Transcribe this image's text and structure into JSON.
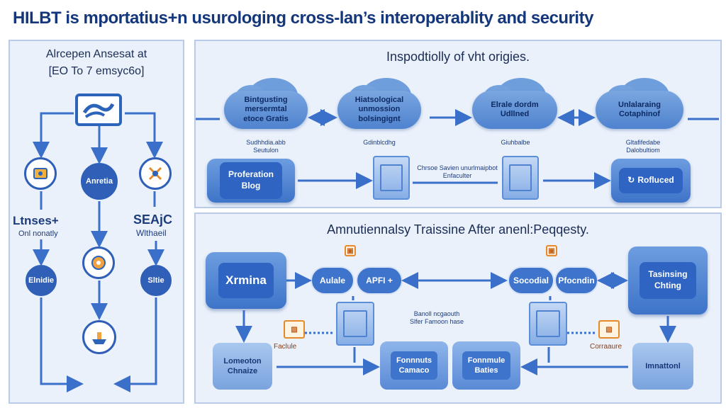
{
  "title": "HILBT is mportatius+n usurologing cross-lan’s interoperablity and security",
  "left_panel": {
    "title_line1": "Alrcepen Ansesat at",
    "title_line2": "[EO To 7 emsyc6o]",
    "center_node": "Anretia",
    "left_label_line1": "Ltnses+",
    "left_label_line2": "Onl nonatly",
    "right_label_line1": "SEAjC",
    "right_label_line2": "Wlthaeil",
    "left_bottom_node": "Elnidie",
    "right_bottom_node": "Sltie"
  },
  "top_panel": {
    "title": "Inspodtiolly of vht origies.",
    "clouds": [
      {
        "line1": "Bintgusting",
        "line2": "mersermtal",
        "line3": "etoce Gratis"
      },
      {
        "line1": "Hiatsological",
        "line2": "unmossion",
        "line3": "bolsingignt"
      },
      {
        "line1": "Elrale dordm",
        "line2": "Udllned",
        "line3": ""
      },
      {
        "line1": "Unlalaraing",
        "line2": "Cotaphinof",
        "line3": ""
      }
    ],
    "cloud_captions": [
      {
        "line1": "Sudhhdia.abb",
        "line2": "Seutulon"
      },
      {
        "line1": "Gdinblcdhg",
        "line2": ""
      },
      {
        "line1": "Giuhbalbe",
        "line2": ""
      },
      {
        "line1": "Gltafifedabe",
        "line2": "Dalobultiom"
      }
    ],
    "left_box_line1": "Proferation",
    "left_box_line2": "Blog",
    "center_caption_line1": "Chrsoe Savien unurlmaipbot",
    "center_caption_line2": "Enfaculter",
    "right_box": "Rofluced"
  },
  "bottom_panel": {
    "title": "Amnutiennalsy Traissine After anenl:Peqqesty.",
    "left_box": "Xrmina",
    "right_box_line1": "Tasinsing",
    "right_box_line2": "Chting",
    "pills": [
      "Aulale",
      "APFI +",
      "Socodial",
      "Pfocndin"
    ],
    "center_caption_line1": "Banoll ncgaouth",
    "center_caption_line2": "Slfer Famoon hase",
    "left_icon_label": "Faclule",
    "right_icon_label": "Corraaure",
    "bottom_left_box_line1": "Lomeoton",
    "bottom_left_box_line2": "Chnaize",
    "bottom_center_left_line1": "Fonnnuts",
    "bottom_center_left_line2": "Camaco",
    "bottom_center_right_line1": "Fonnmule",
    "bottom_center_right_line2": "Baties",
    "bottom_right_box": "Imnattonl"
  },
  "colors": {
    "title": "#14367a",
    "panel_bg": "#eaf1fb",
    "accent_blue": "#2f64c2",
    "arrow_blue": "#3a6fca",
    "icon_orange": "#e48a2a"
  }
}
